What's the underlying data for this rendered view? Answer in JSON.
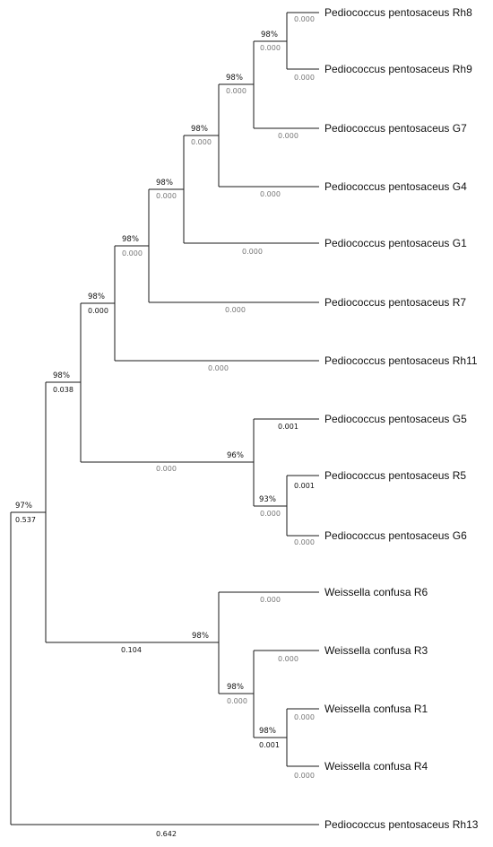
{
  "tree": {
    "taxa": [
      "Pediococcus pentosaceus Rh8",
      "Pediococcus pentosaceus Rh9",
      "Pediococcus pentosaceus G7",
      "Pediococcus pentosaceus G4",
      "Pediococcus pentosaceus G1",
      "Pediococcus pentosaceus R7",
      "Pediococcus pentosaceus Rh11",
      "Pediococcus pentosaceus G5",
      "Pediococcus pentosaceus R5",
      "Pediococcus pentosaceus G6",
      "Weissella confusa R6",
      "Weissella confusa R3",
      "Weissella confusa R1",
      "Weissella confusa R4",
      "Pediococcus pentosaceus Rh13"
    ],
    "bootstrap": {
      "n_rh8_rh9": "98%",
      "n_g7": "98%",
      "n_g4": "98%",
      "n_g1": "98%",
      "n_r7": "98%",
      "n_rh11": "98%",
      "n_pedio": "98%",
      "n_g5_grp": "96%",
      "n_r5_g6": "93%",
      "n_weis": "98%",
      "n_r3_grp": "98%",
      "n_r1_r4": "98%",
      "root": "97%"
    },
    "branch_lengths": {
      "rh8": "0.000",
      "rh9": "0.000",
      "n_rh8_rh9": "0.000",
      "g7": "0.000",
      "n_g7": "0.000",
      "g4": "0.000",
      "n_g4": "0.000",
      "g1": "0.000",
      "n_g1": "0.000",
      "r7": "0.000",
      "n_r7": "0.000",
      "rh11": "0.000",
      "n_rh11": "0.000",
      "g5": "0.001",
      "r5": "0.001",
      "g6": "0.000",
      "n_r5_g6": "0.000",
      "n_g5_grp": "0.000",
      "n_pedio": "0.038",
      "r6": "0.000",
      "r3": "0.000",
      "r1": "0.000",
      "r4": "0.000",
      "n_r1_r4": "0.001",
      "n_r3_grp": "0.000",
      "n_weis": "0.104",
      "main": "0.537",
      "rh13": "0.642"
    }
  }
}
